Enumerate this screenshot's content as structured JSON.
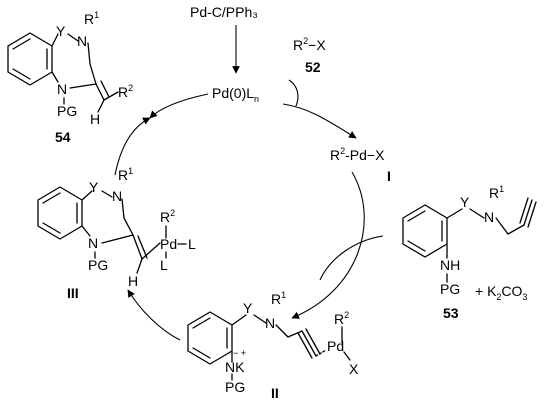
{
  "catalyst": "Pd-C/PPh₃",
  "pd0": {
    "main": "Pd(0)L",
    "sub": "n"
  },
  "reagent": {
    "pre": "R",
    "sup": "2",
    "post": "−X",
    "id": "52"
  },
  "int_I": {
    "pre": "R",
    "sup": "2",
    "post": "-Pd−X",
    "id": "I"
  },
  "int_II": {
    "id": "II",
    "pd": "Pd",
    "r": "R",
    "r_sup": "2",
    "x": "X",
    "nk": "NK",
    "charges": "− +",
    "pg": "PG",
    "y": "Y",
    "n": "N",
    "r1": "R",
    "r1_sup": "1"
  },
  "int_III": {
    "id": "III",
    "pd": "Pd",
    "l1": "L",
    "l2": "L",
    "r": "R",
    "r_sup": "2",
    "h": "H",
    "n1": "N",
    "pg": "PG",
    "y": "Y",
    "n2": "N",
    "r1": "R",
    "r1_sup": "1"
  },
  "product_54": {
    "id": "54",
    "y": "Y",
    "n2": "N",
    "r1": "R",
    "r1_sup": "1",
    "n1": "N",
    "pg": "PG",
    "r2": "R",
    "r2_sup": "2",
    "h": "H"
  },
  "substrate_53": {
    "id": "53",
    "y": "Y",
    "n": "N",
    "r1": "R",
    "r1_sup": "1",
    "nh": "NH",
    "pg": "PG"
  },
  "base": {
    "pre": "+ K",
    "sub1": "2",
    "mid": "CO",
    "sub2": "3"
  }
}
